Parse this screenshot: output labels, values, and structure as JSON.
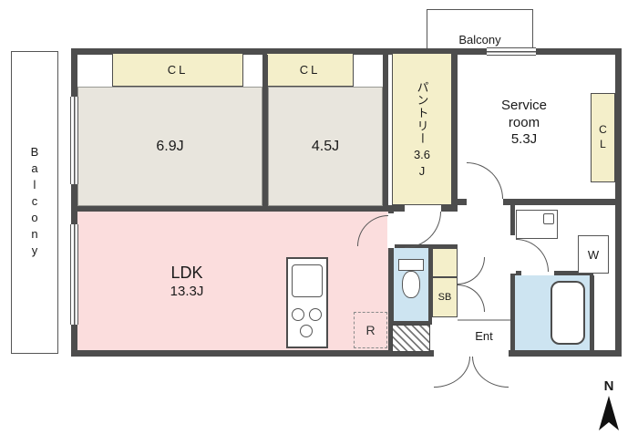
{
  "colors": {
    "wall": "#4d4d4d",
    "bedroom_floor": "#e8e5dd",
    "ldk_floor": "#fbdddd",
    "closet_fill": "#f4efca",
    "wet_area_floor": "#cde4f1"
  },
  "plan": {
    "balcony_top_label": "Balcony",
    "balcony_left_label": "Balcony",
    "closet1_label": "CL",
    "closet2_label": "CL",
    "closet_right_label": "CL",
    "bedroom1_size": "6.9J",
    "bedroom2_size": "4.5J",
    "pantry_name": "パントリー",
    "pantry_size": "3.6",
    "pantry_size_unit": "J",
    "service_room_line1": "Service",
    "service_room_line2": "room",
    "service_room_size": "5.3J",
    "ldk_name": "LDK",
    "ldk_size": "13.3J",
    "refrigerator_label": "R",
    "shoe_box_label": "SB",
    "washer_label": "W",
    "entrance_label": "Ent",
    "north_label": "N"
  }
}
